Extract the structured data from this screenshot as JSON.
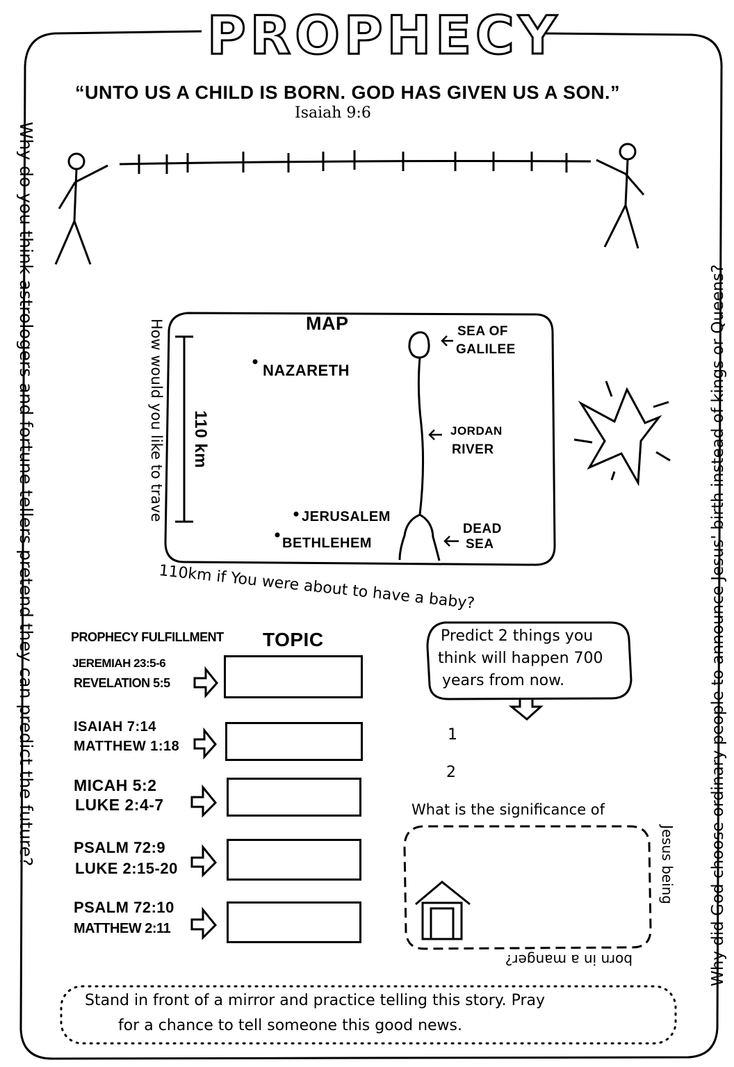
{
  "title": "PROPHECY",
  "quote": {
    "text": "“UNTO US A CHILD IS BORN. GOD HAS GIVEN US A SON.”",
    "reference": "Isaiah 9:6"
  },
  "left_margin_question": "Why do you think astrologers and fortune tellers pretend they can predict the future?",
  "right_margin_question": "Why did God choose ordinary people to announce Jesus' birth instead of kings or Queens?",
  "map": {
    "title": "MAP",
    "scale_label": "110 km",
    "places": {
      "nazareth": "NAZARETH",
      "jerusalem": "JERUSALEM",
      "bethlehem": "BETHLEHEM"
    },
    "sea_of_galilee": [
      "SEA OF",
      "GALILEE"
    ],
    "jordan_river": [
      "JORDAN",
      "RIVER"
    ],
    "dead_sea": [
      "DEAD",
      "SEA"
    ],
    "travel_question_line1": "How would you like to trave",
    "travel_question_line2": "110km if You were about to have a baby?"
  },
  "prophecy_table": {
    "header_left": "PROPHECY FULFILLMENT",
    "header_right": "TOPIC",
    "rows": [
      {
        "line1": "JEREMIAH 23:5-6",
        "line2": "REVELATION 5:5"
      },
      {
        "line1": "ISAIAH 7:14",
        "line2": "MATTHEW 1:18"
      },
      {
        "line1": "MICAH 5:2",
        "line2": "LUKE 2:4-7"
      },
      {
        "line1": "PSALM 72:9",
        "line2": "LUKE 2:15-20"
      },
      {
        "line1": "PSALM 72:10",
        "line2": "MATTHEW 2:11"
      }
    ]
  },
  "predict": {
    "bubble_lines": [
      "Predict 2 things you",
      "think will happen 700",
      "years from now."
    ],
    "item1": "1",
    "item2": "2"
  },
  "manger": {
    "question_top": "What is the significance of",
    "question_side": "Jesus being",
    "question_bottom": "born in a manger?"
  },
  "footer": {
    "line1": "Stand in front of a mirror and practice telling this story. Pray",
    "line2": "for a chance to tell someone this good news."
  }
}
